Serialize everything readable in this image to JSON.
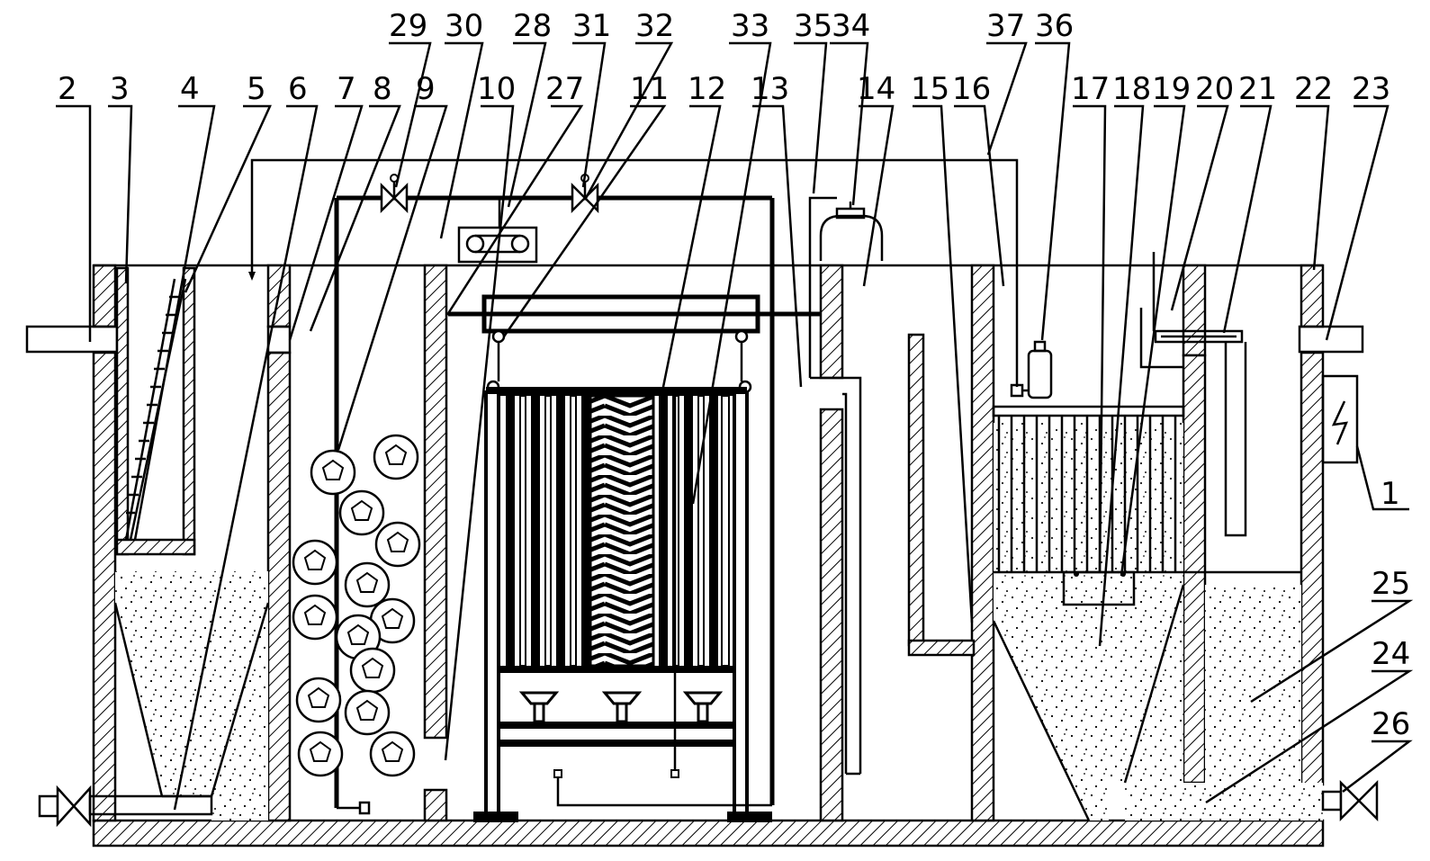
{
  "labels": {
    "l1": "1",
    "l2": "2",
    "l3": "3",
    "l4": "4",
    "l5": "5",
    "l6": "6",
    "l7": "7",
    "l8": "8",
    "l9": "9",
    "l10": "10",
    "l11": "11",
    "l12": "12",
    "l13": "13",
    "l14": "14",
    "l15": "15",
    "l16": "16",
    "l17": "17",
    "l18": "18",
    "l19": "19",
    "l20": "20",
    "l21": "21",
    "l22": "22",
    "l23": "23",
    "l24": "24",
    "l25": "25",
    "l26": "26",
    "l27": "27",
    "l28": "28",
    "l29": "29",
    "l30": "30",
    "l31": "31",
    "l32": "32",
    "l33": "33",
    "l34": "34",
    "l35": "35",
    "l36": "36",
    "l37": "37"
  }
}
